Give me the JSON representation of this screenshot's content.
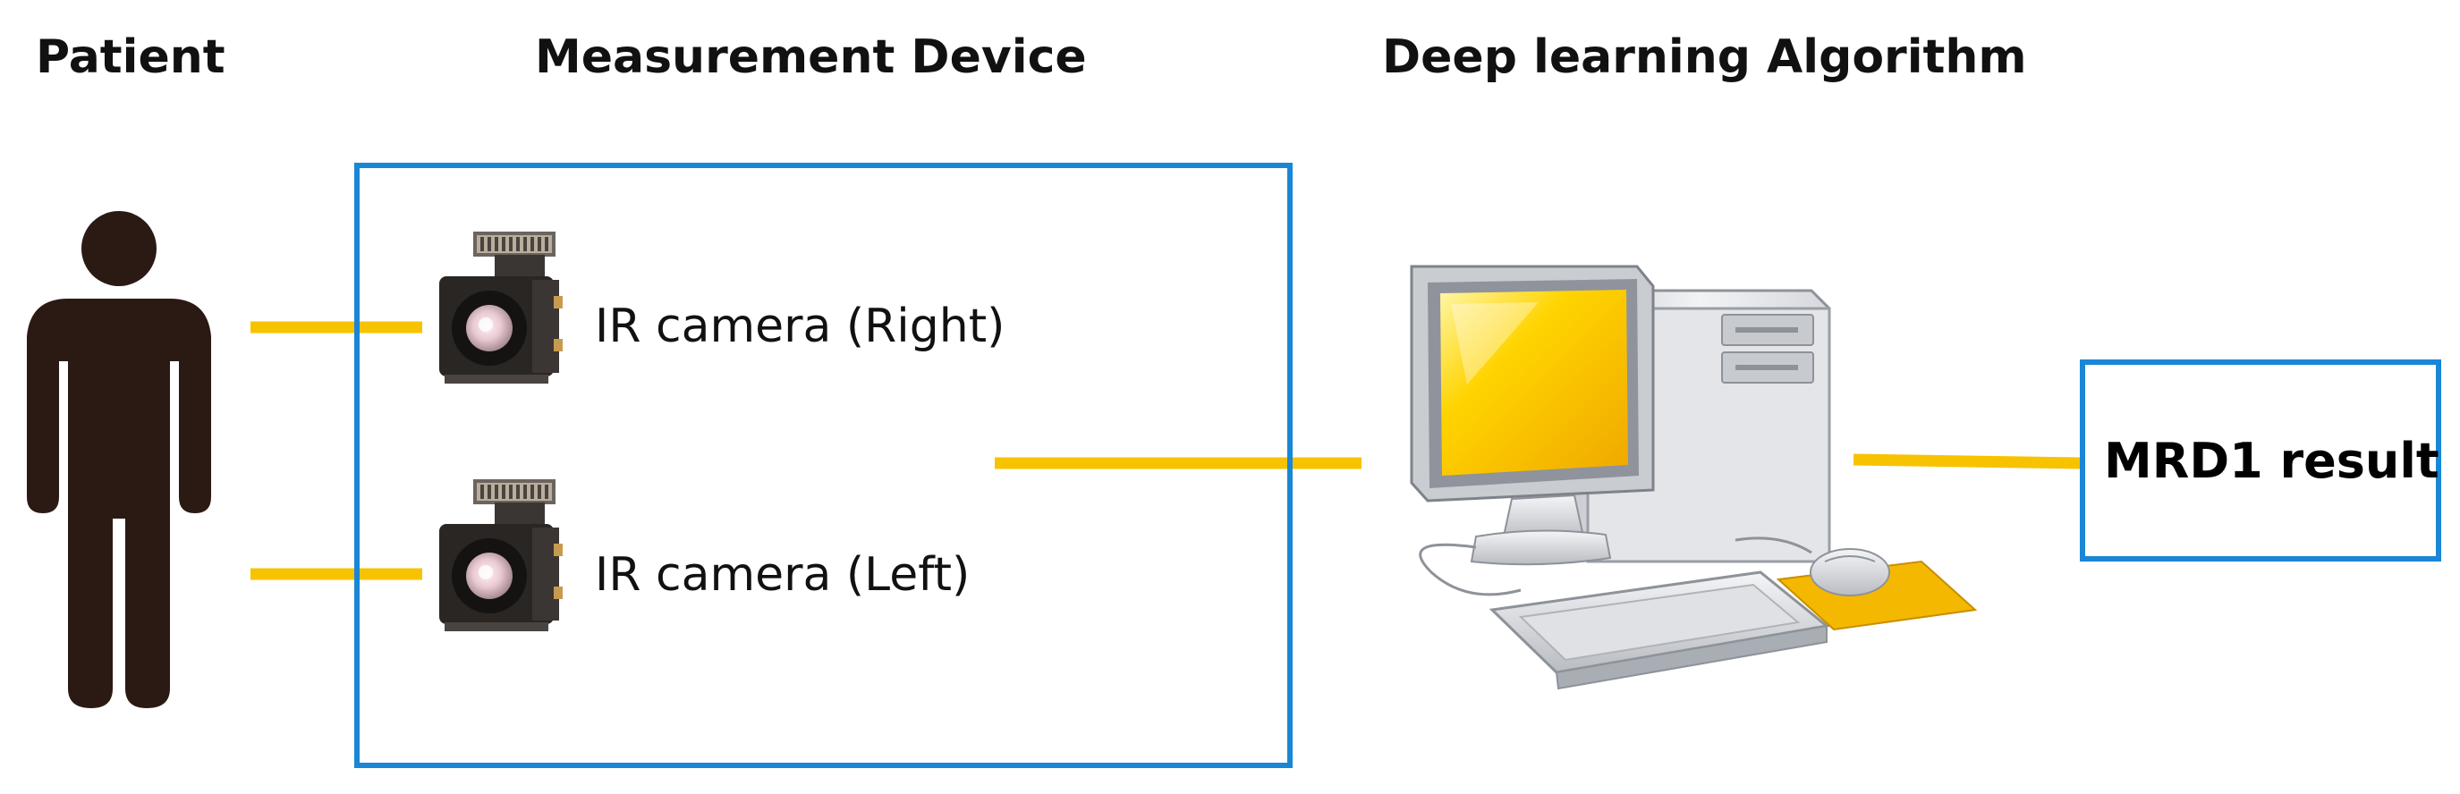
{
  "headings": {
    "patient": "Patient",
    "device": "Measurement Device",
    "algorithm": "Deep learning Algorithm"
  },
  "cameras": [
    {
      "label": "IR camera (Right)"
    },
    {
      "label": "IR camera (Left)"
    }
  ],
  "result": {
    "label": "MRD1 result"
  },
  "icons": {
    "patient": "person-icon",
    "camera": "ir-camera-module-icon",
    "computer": "desktop-computer-icon"
  },
  "colors": {
    "connector": "#f7c300",
    "box_border": "#1a86d6",
    "figure": "#2b1a14",
    "monitor_screen": "#ffc800",
    "mouse_pad": "#f5b800"
  }
}
